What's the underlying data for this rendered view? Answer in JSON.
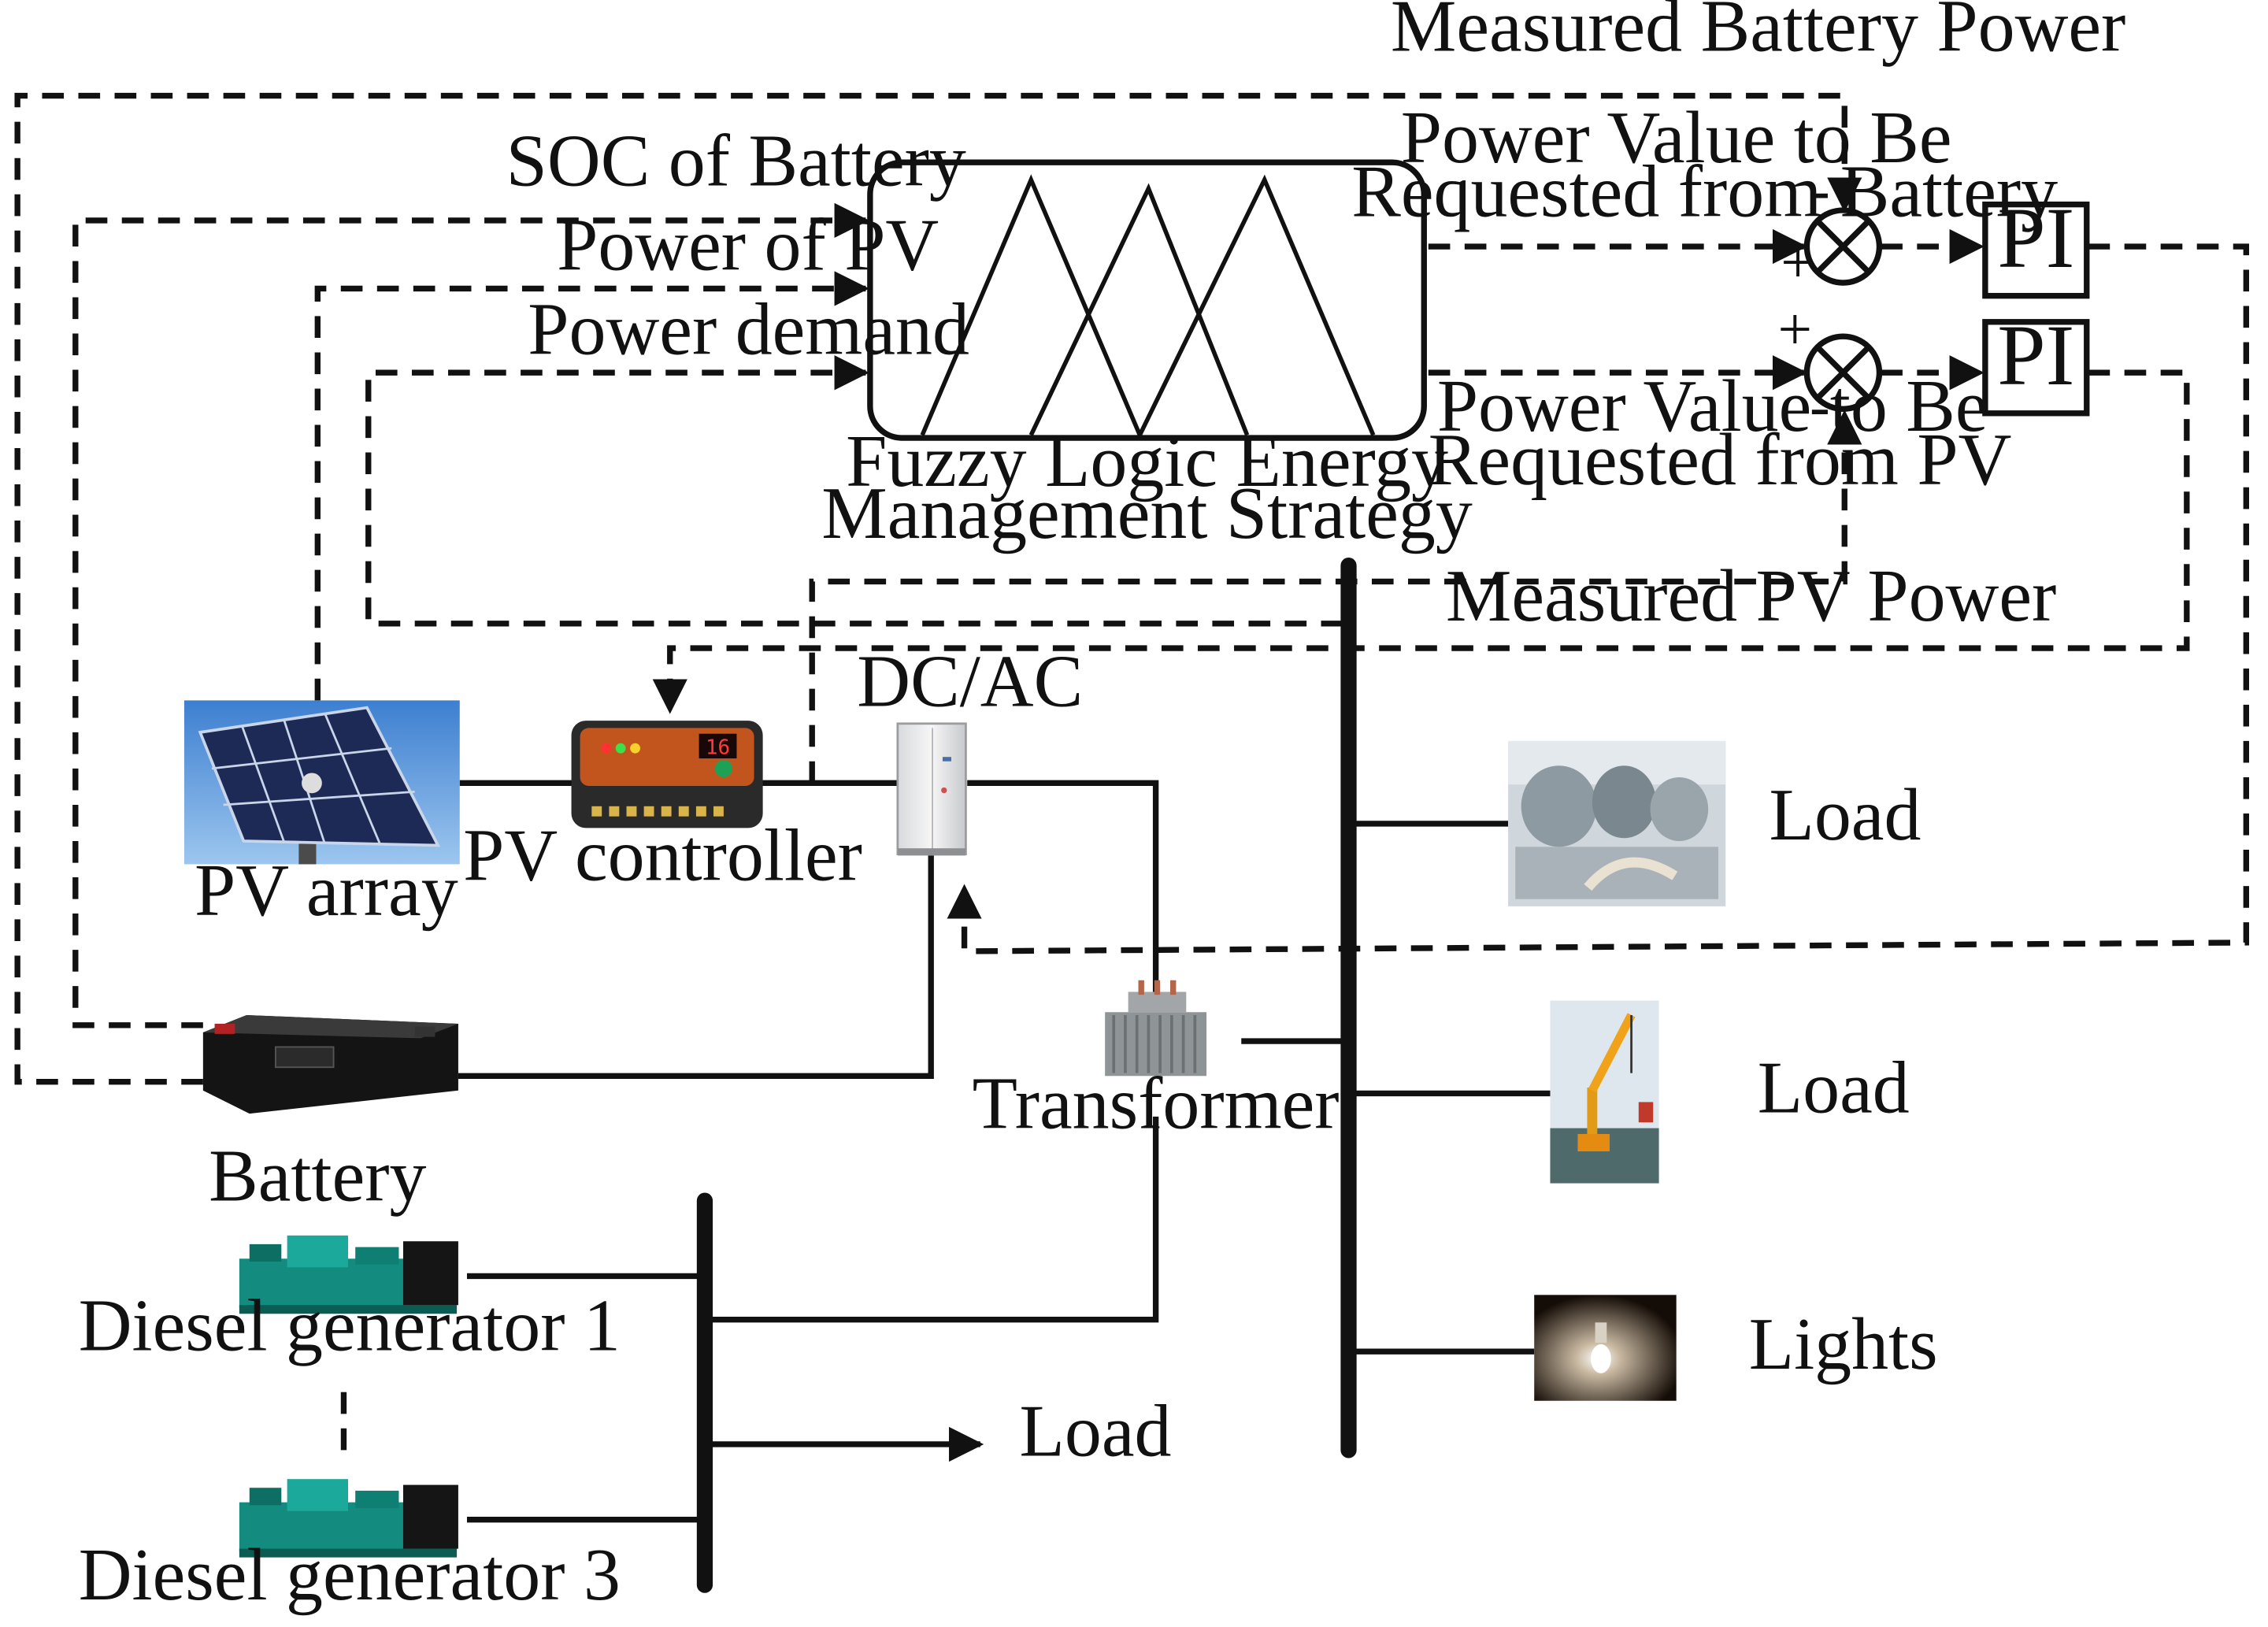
{
  "labels": {
    "measured_battery_power": "Measured Battery Power",
    "soc_of_battery": "SOC of Battery",
    "power_of_pv": "Power of PV",
    "power_demand": "Power demand",
    "power_req_battery_line1": "Power Value to Be",
    "power_req_battery_line2": "Requested from Battery",
    "power_req_pv_line1": "Power Value to Be",
    "power_req_pv_line2": "Requested from PV",
    "fuzzy_line1": "Fuzzy Logic Energy",
    "fuzzy_line2": "Management Strategy",
    "measured_pv_power": "Measured PV Power",
    "dc_ac": "DC/AC",
    "pv_array": "PV array",
    "pv_controller": "PV controller",
    "transformer": "Transformer",
    "battery": "Battery",
    "diesel_generator_1": "Diesel generator 1",
    "diesel_generator_3": "Diesel generator 3",
    "load_winch": "Load",
    "load_crane": "Load",
    "lights": "Lights",
    "load_generator_bus": "Load",
    "pi_top": "PI",
    "pi_bottom": "PI",
    "sign_top_minus": "-",
    "sign_top_plus": "+",
    "sign_bottom_plus": "+",
    "sign_bottom_minus": "-",
    "controller_display": "16"
  },
  "icons": {
    "solar_panel": "solar-panel-icon",
    "charge_controller": "charge-controller-icon",
    "inverter": "inverter-cabinet-icon",
    "transformer": "transformer-icon",
    "battery": "battery-icon",
    "diesel_generator": "diesel-generator-icon",
    "winch": "winch-load-icon",
    "crane": "crane-load-icon",
    "lamp": "lamp-icon",
    "summing_junction": "summing-junction-icon"
  },
  "colors": {
    "line": "#111111",
    "sky": "#4f8fd6",
    "generator": "#1aa99a",
    "crane": "#f0a21a"
  }
}
